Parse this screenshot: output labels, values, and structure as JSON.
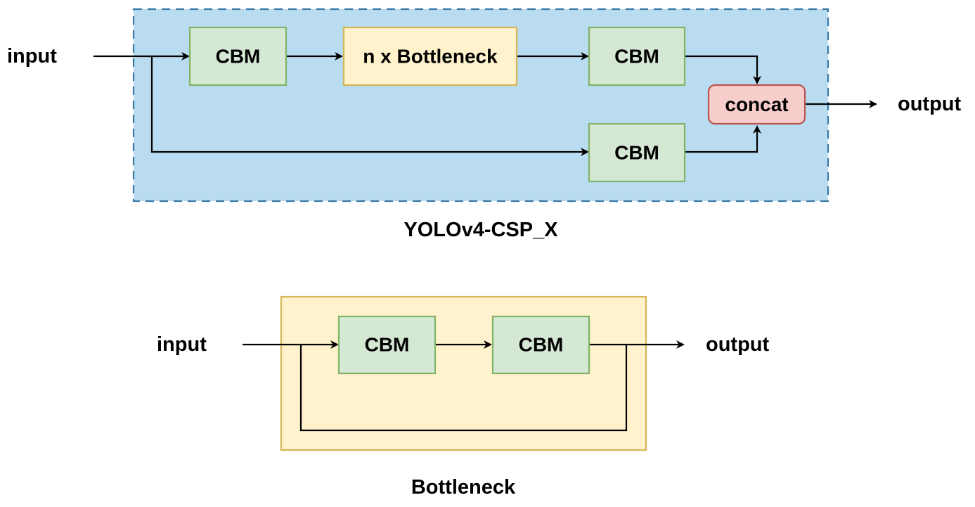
{
  "csp": {
    "caption": "YOLOv4-CSP_X",
    "input_label": "input",
    "output_label": "output",
    "cbm_top_left": "CBM",
    "bottleneck_block": "n x Bottleneck",
    "cbm_top_right": "CBM",
    "cbm_bottom": "CBM",
    "concat": "concat"
  },
  "bottleneck": {
    "caption": "Bottleneck",
    "input_label": "input",
    "output_label": "output",
    "cbm_left": "CBM",
    "cbm_right": "CBM"
  },
  "colors": {
    "csp_bg": "#b9dcf0",
    "csp_border": "#3a79a6",
    "cbm_fill": "#d5e8d4",
    "cbm_border": "#82b366",
    "bottleneck_fill": "#fff2cc",
    "bottleneck_border": "#d6b656",
    "concat_fill": "#f8cecc",
    "concat_border": "#b85450"
  }
}
